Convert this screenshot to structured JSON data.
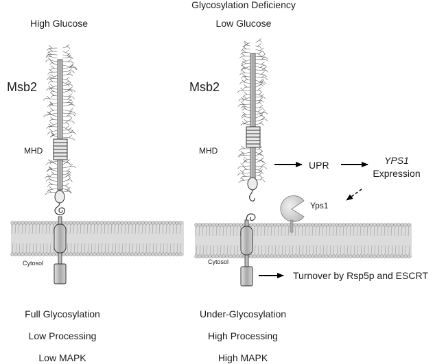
{
  "header": {
    "top_title": "Glycosylation Deficiency"
  },
  "left_panel": {
    "condition": "High Glucose",
    "protein": "Msb2",
    "domain_label": "MHD",
    "compartment": "Cytosol",
    "outcomes": [
      "Full Glycosylation",
      "Low Processing",
      "Low MAPK"
    ]
  },
  "right_panel": {
    "condition": "Low Glucose",
    "protein": "Msb2",
    "domain_label": "MHD",
    "compartment": "Cytosol",
    "protease": "Yps1",
    "pathway": {
      "step1": "UPR",
      "gene": "YPS1",
      "step2": "Expression"
    },
    "turnover": "Turnover by Rsp5p and ESCRT",
    "outcomes": [
      "Under-Glycosylation",
      "High Processing",
      "High MAPK"
    ]
  },
  "colors": {
    "membrane_fill": "#dcdcdc",
    "membrane_head": "#cfcfcf",
    "stalk": "#b8b8b8",
    "outline": "#333333",
    "yps1": "#d6d6d6"
  }
}
